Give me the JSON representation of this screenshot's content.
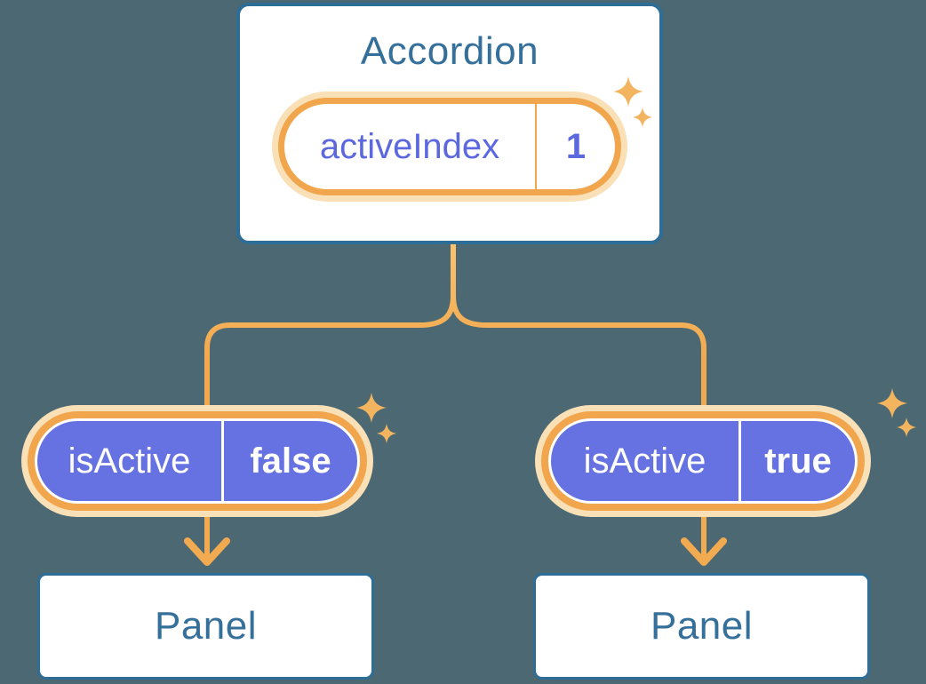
{
  "canvas": {
    "background": "#4C6872"
  },
  "palette": {
    "card_border": "#2D6D96",
    "card_background": "#FFFFFF",
    "heading_text": "#35709A",
    "pill_fill_purple": "#6672E2",
    "pill_text_white": "#FFFFFF",
    "state_text_purple": "#5C68DE",
    "accent_orange": "#F1A64E",
    "glow_cream": "#FAE0B6",
    "sparkle_orange": "#F2B45E"
  },
  "accordion_card": {
    "title": "Accordion",
    "state_pill": {
      "label": "activeIndex",
      "value": "1"
    }
  },
  "children": [
    {
      "prop_pill": {
        "label": "isActive",
        "value": "false"
      },
      "panel_card": {
        "title": "Panel"
      }
    },
    {
      "prop_pill": {
        "label": "isActive",
        "value": "true"
      },
      "panel_card": {
        "title": "Panel"
      }
    }
  ]
}
